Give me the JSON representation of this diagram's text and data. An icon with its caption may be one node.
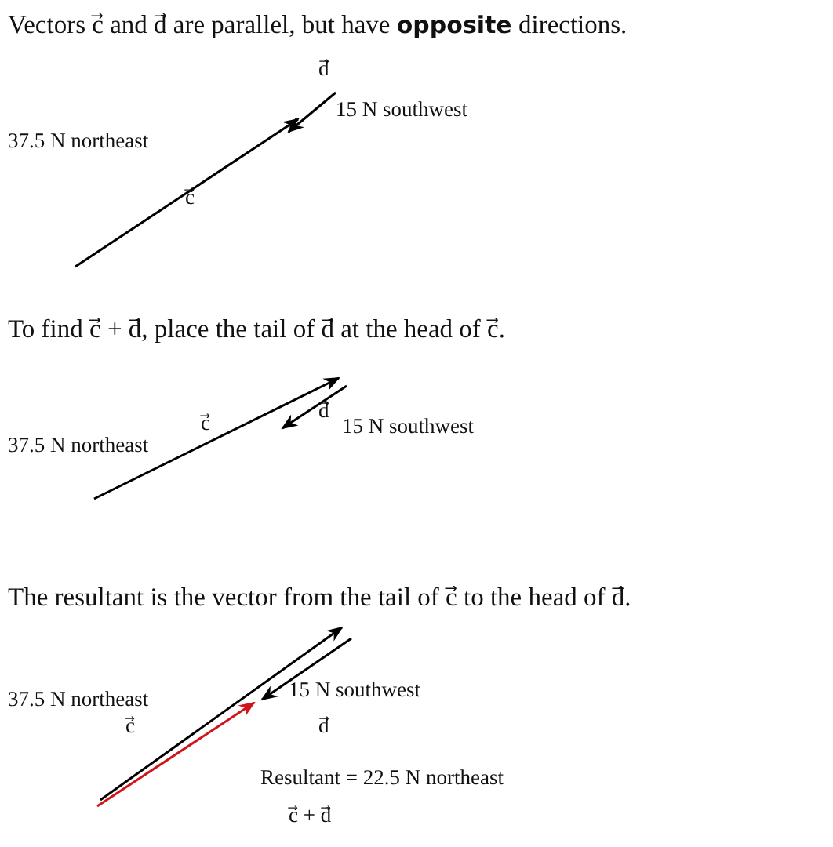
{
  "diagram": {
    "labels": [
      "Vectors c⃗ and d⃗ are parallel, but have **opposite** directions.",
      "d⃗",
      "15 N southwest",
      "37.5 N northeast",
      "c⃗",
      "To find c⃗ + d⃗, place the tail of d⃗ at the head of c⃗.",
      "c⃗",
      "d⃗",
      "15 N southwest",
      "37.5 N northeast",
      "The resultant is the vector from the tail of c⃗ to the head of d⃗.",
      "37.5 N northeast",
      "15 N southwest",
      "c⃗",
      "d⃗",
      "Resultant = 22.5 N northeast",
      "c⃗ + d⃗"
    ]
  }
}
